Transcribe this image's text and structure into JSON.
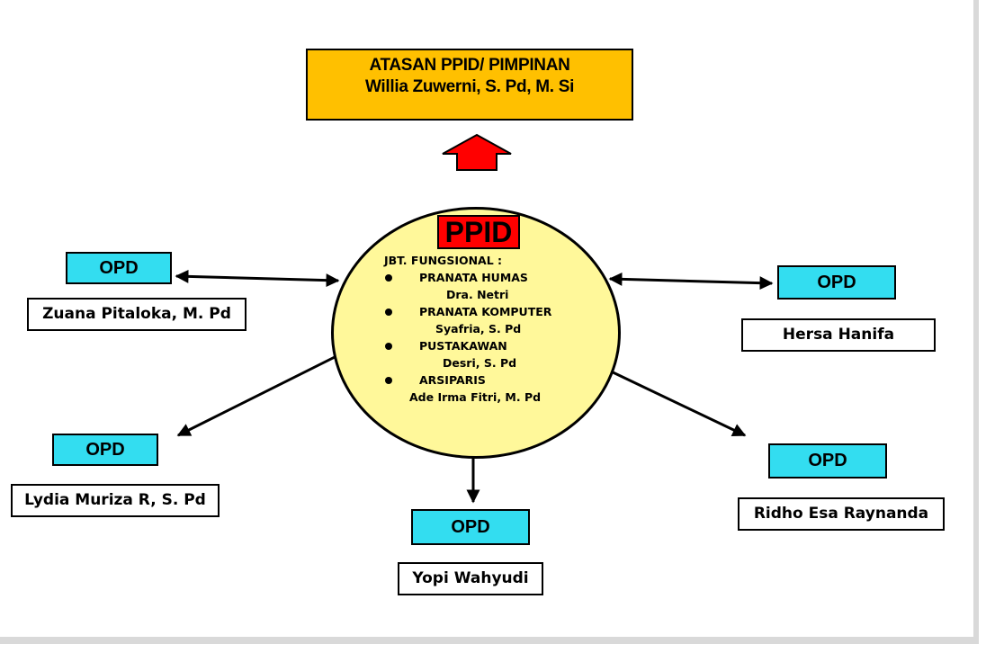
{
  "header": {
    "line1": "ATASAN PPID/ PIMPINAN",
    "line2": "Willia Zuwerni, S. Pd, M. Si",
    "fill_color": "#ffc000"
  },
  "ppid": {
    "title": "PPID",
    "subtitle": "JBT. FUNGSIONAL :",
    "roles": [
      {
        "role": "PRANATA HUMAS",
        "person": "Dra. Netri"
      },
      {
        "role": "PRANATA KOMPUTER",
        "person": "Syafria,  S. Pd"
      },
      {
        "role": "PUSTAKAWAN",
        "person": "Desri, S. Pd"
      },
      {
        "role": "ARSIPARIS",
        "person": "Ade Irma Fitri, M. Pd"
      }
    ],
    "circle_color": "#fff89a",
    "title_color": "#ff0000"
  },
  "opd_nodes": [
    {
      "label": "OPD",
      "person": "Zuana Pitaloka, M. Pd"
    },
    {
      "label": "OPD",
      "person": "Lydia Muriza R, S. Pd"
    },
    {
      "label": "OPD",
      "person": "Yopi Wahyudi"
    },
    {
      "label": "OPD",
      "person": "Hersa Hanifa"
    },
    {
      "label": "OPD",
      "person": "Ridho Esa Raynanda"
    }
  ],
  "colors": {
    "opd_fill": "#33ddf0",
    "arrow_up": "#ff0000"
  }
}
